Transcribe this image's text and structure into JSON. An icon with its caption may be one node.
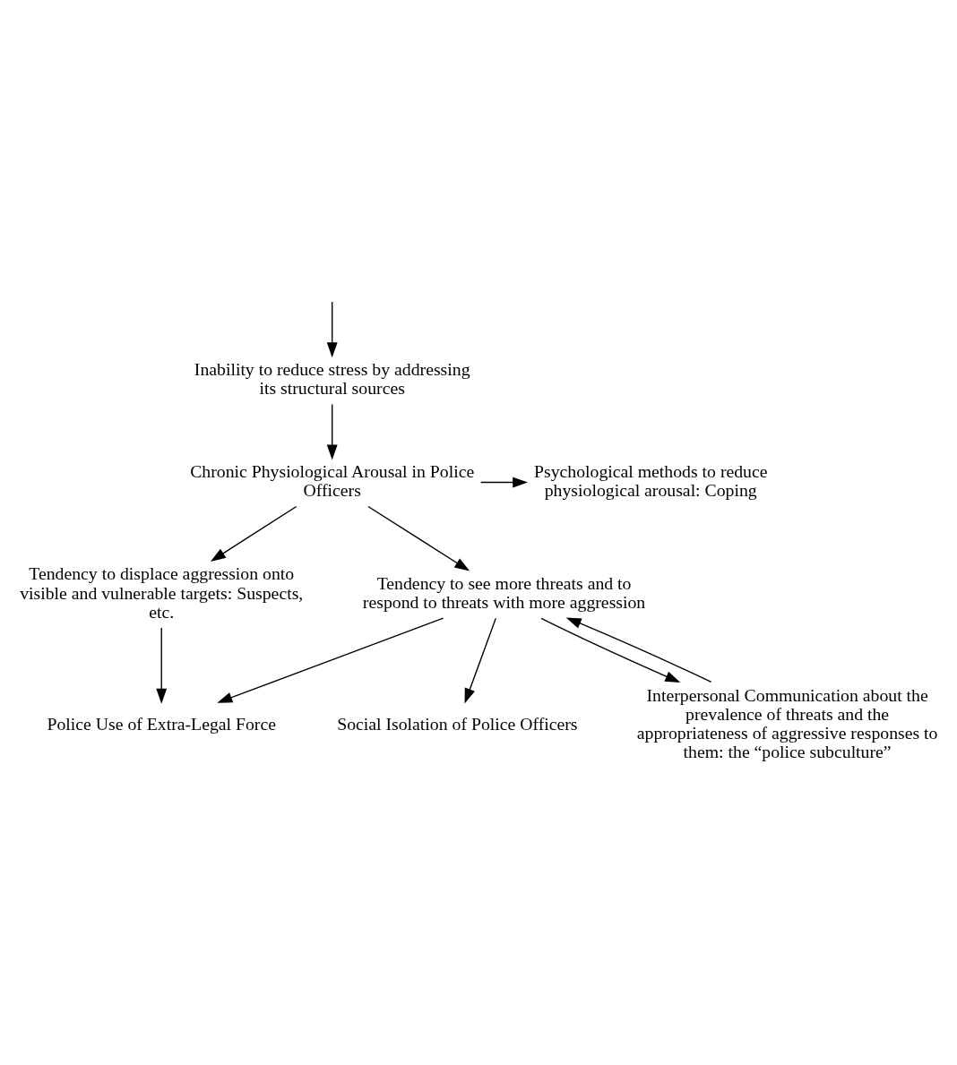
{
  "diagram": {
    "nodes": [
      {
        "text": [
          "Inability to reduce stress by addressing its structural sources"
        ]
      },
      {
        "text": [
          "Chronic Physiological Arousal in Police Officers"
        ]
      },
      {
        "text": [
          "Psychological methods to reduce physiological arousal: Coping"
        ]
      },
      {
        "text": [
          "Tendency to displace aggression onto visible and vulnerable targets: Suspects, etc."
        ]
      },
      {
        "text": [
          "Tendency to see more threats and to respond to threats with more aggression"
        ]
      },
      {
        "text": [
          "Social Isolation of Police Officers"
        ]
      },
      {
        "text": [
          "Interpersonal Communication about the prevalence of threats and the appropriateness of aggressive responses to them: the “police subculture”"
        ]
      },
      {
        "text": [
          "Police Use of Extra-Legal Force"
        ]
      }
    ],
    "edges": [
      {
        "from": null,
        "to": 0,
        "arrow": "to"
      },
      {
        "from": 0,
        "to": 1,
        "arrow": "to"
      },
      {
        "from": 1,
        "to": 2,
        "arrow": "to"
      },
      {
        "from": 1,
        "to": 3,
        "arrow": "to"
      },
      {
        "from": 1,
        "to": 4,
        "arrow": "to"
      },
      {
        "from": 4,
        "to": 5,
        "arrow": "to"
      },
      {
        "from": 4,
        "to": 6,
        "arrow": "to"
      },
      {
        "from": 6,
        "to": 4,
        "arrow": "to"
      },
      {
        "from": 3,
        "to": 7,
        "arrow": "to"
      },
      {
        "from": 4,
        "to": 7,
        "arrow": "to"
      }
    ]
  }
}
